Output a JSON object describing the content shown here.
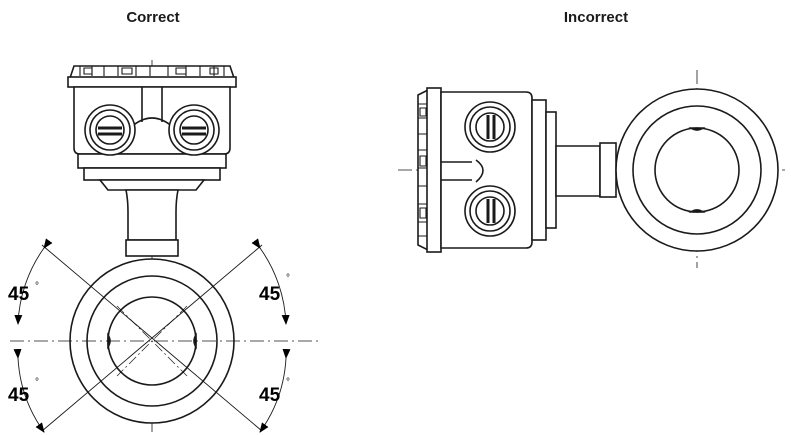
{
  "labels": {
    "correct": "Correct",
    "incorrect": "Incorrect"
  },
  "angles": {
    "top_left": "45",
    "top_right": "45",
    "bottom_left": "45",
    "bottom_right": "45",
    "degree_symbol": "°"
  },
  "colors": {
    "line": "#1a1a1a",
    "fill": "#ffffff",
    "accent": "#000000"
  }
}
